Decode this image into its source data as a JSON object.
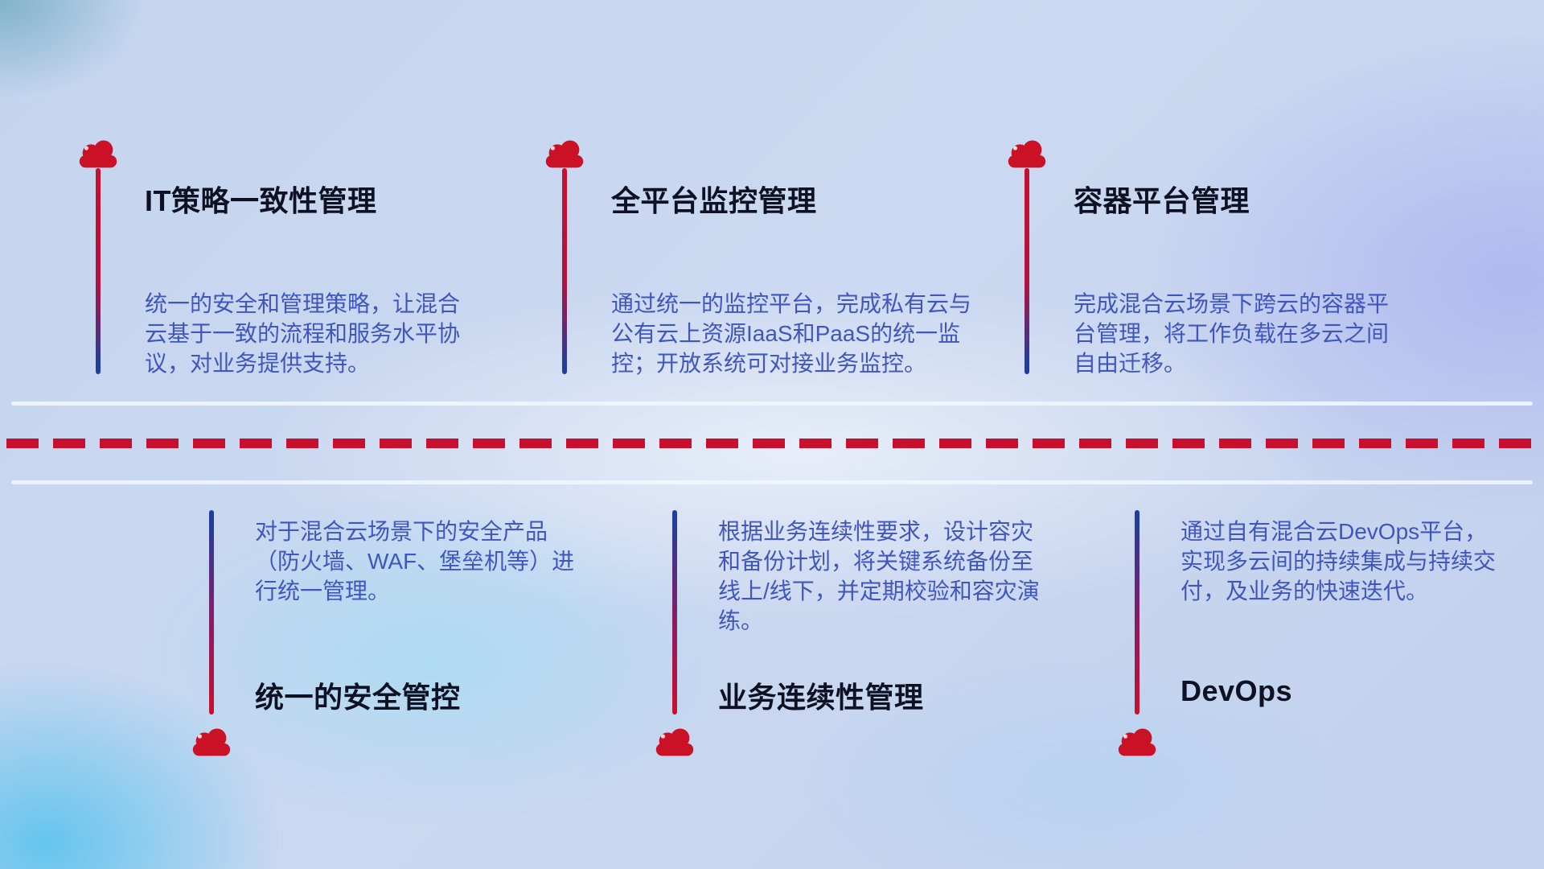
{
  "diagram": {
    "topic": "hybrid-cloud-management-capabilities",
    "items": [
      {
        "id": "it-policy",
        "title": "IT策略一致性管理",
        "desc": "统一的安全和管理策略，让混合云基于一致的流程和服务水平协议，对业务提供支持。",
        "position": "top"
      },
      {
        "id": "monitoring",
        "title": "全平台监控管理",
        "desc": "通过统一的监控平台，完成私有云与公有云上资源IaaS和PaaS的统一监控；开放系统可对接业务监控。",
        "position": "top"
      },
      {
        "id": "container-platform",
        "title": "容器平台管理",
        "desc": "完成混合云场景下跨云的容器平台管理，将工作负载在多云之间自由迁移。",
        "position": "top"
      },
      {
        "id": "unified-security",
        "title": "统一的安全管控",
        "desc": "对于混合云场景下的安全产品（防火墙、WAF、堡垒机等）进行统一管理。",
        "position": "bottom"
      },
      {
        "id": "business-continuity",
        "title": "业务连续性管理",
        "desc": "根据业务连续性要求，设计容灾和备份计划，将关键系统备份至线上/线下，并定期校验和容灾演练。",
        "position": "bottom"
      },
      {
        "id": "devops",
        "title": "DevOps",
        "desc": "通过自有混合云DevOps平台，实现多云间的持续集成与持续交付，及业务的快速迭代。",
        "position": "bottom"
      }
    ],
    "colors": {
      "cloud_red": "#cb1126",
      "dash_red": "#c8102e",
      "stem_blue": "#1e3f9d",
      "title_text": "#0e1124",
      "body_text": "#4156bd",
      "divider_line": "#f0f6fd"
    }
  }
}
